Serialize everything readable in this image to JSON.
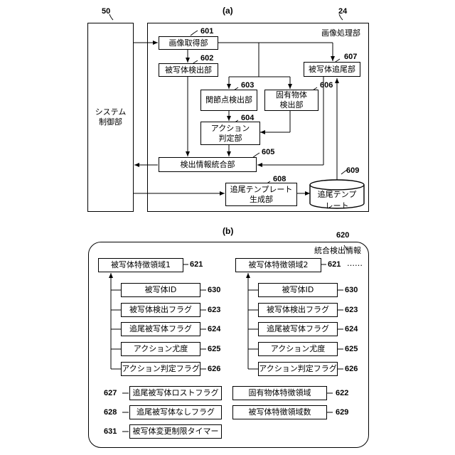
{
  "panel_a": {
    "label": "(a)",
    "system": {
      "ref": "50",
      "text": "システム\n制御部"
    },
    "processor": {
      "ref": "24",
      "text": "画像処理部"
    },
    "blocks": {
      "acquire": {
        "ref": "601",
        "text": "画像取得部"
      },
      "detect": {
        "ref": "602",
        "text": "被写体検出部"
      },
      "joint": {
        "ref": "603",
        "text": "関節点検出部"
      },
      "action": {
        "ref": "604",
        "text": "アクション\n判定部"
      },
      "integrate": {
        "ref": "605",
        "text": "検出情報統合部"
      },
      "unique": {
        "ref": "606",
        "text": "固有物体\n検出部"
      },
      "tracking": {
        "ref": "607",
        "text": "被写体追尾部"
      },
      "tmpl_gen": {
        "ref": "608",
        "text": "追尾テンプレート\n生成部"
      },
      "template": {
        "ref": "609",
        "text": "追尾テンプ\nレート"
      }
    }
  },
  "panel_b": {
    "label": "(b)",
    "container": {
      "ref": "620",
      "text": "統合検出情報"
    },
    "region1": {
      "ref": "621",
      "text": "被写体特徴領域1"
    },
    "region2": {
      "ref": "621",
      "text": "被写体特徴領域2"
    },
    "ellipsis": "……",
    "fields": [
      {
        "ref": "630",
        "text": "被写体ID"
      },
      {
        "ref": "623",
        "text": "被写体検出フラグ"
      },
      {
        "ref": "624",
        "text": "追尾被写体フラグ"
      },
      {
        "ref": "625",
        "text": "アクション尤度"
      },
      {
        "ref": "626",
        "text": "アクション判定フラグ"
      }
    ],
    "extras_left": [
      {
        "ref": "627",
        "text": "追尾被写体ロストフラグ"
      },
      {
        "ref": "628",
        "text": "追尾被写体なしフラグ"
      },
      {
        "ref": "631",
        "text": "被写体変更制限タイマー"
      }
    ],
    "extras_right": [
      {
        "ref": "622",
        "text": "固有物体特徴領域"
      },
      {
        "ref": "629",
        "text": "被写体特徴領域数"
      }
    ]
  }
}
